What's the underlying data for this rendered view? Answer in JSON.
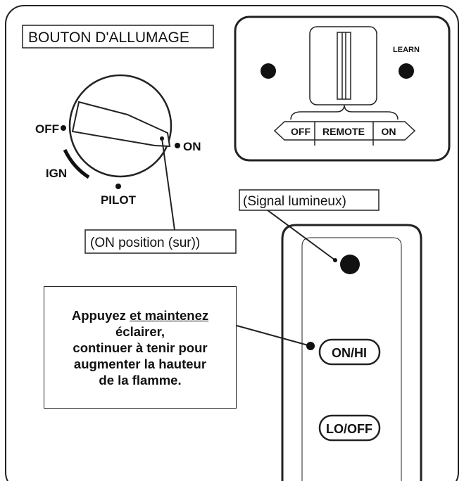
{
  "labels": {
    "ignition_button": "BOUTON D'ALLUMAGE",
    "signal_light": "(Signal lumineux)",
    "on_position": "(ON position (sur))"
  },
  "knob": {
    "off": "OFF",
    "ign": "IGN",
    "pilot": "PILOT",
    "on": "ON"
  },
  "receiver": {
    "learn": "LEARN",
    "switch_off": "OFF",
    "switch_remote": "REMOTE",
    "switch_on": "ON"
  },
  "remote": {
    "on_hi": "ON/HI",
    "lo_off": "LO/OFF"
  },
  "instruction": {
    "line1_prefix": "Appuyez ",
    "line1_underlined": "et maintenez",
    "line2": "éclairer,",
    "line3": "continuer à tenir pour",
    "line4": "augmenter la hauteur",
    "line5": "de la flamme."
  }
}
